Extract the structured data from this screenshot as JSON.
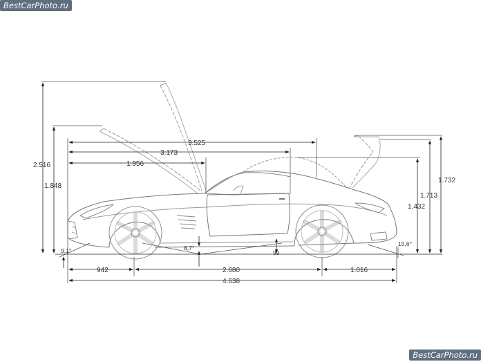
{
  "watermark_top": "BestCarPhoto.ru",
  "watermark_bottom": "BestCarPhoto.ru",
  "dimensions": {
    "bonnet_length": "1.956",
    "cabin_front_to_rear": "3.173",
    "front_to_roof_end": "3.525",
    "height_bonnet_open": "2.516",
    "height_bonnet_edge": "1.848",
    "height_roof": "1.432",
    "height_boot_open_edge": "1.713",
    "height_boot_open": "1.732",
    "front_overhang": "942",
    "wheelbase": "2.680",
    "rear_overhang": "1.016",
    "overall_length": "4.638",
    "ground_clearance": "99",
    "approach_angle": "9,1°",
    "ramp_angle": "8,7°",
    "departure_angle": "15,6°"
  }
}
